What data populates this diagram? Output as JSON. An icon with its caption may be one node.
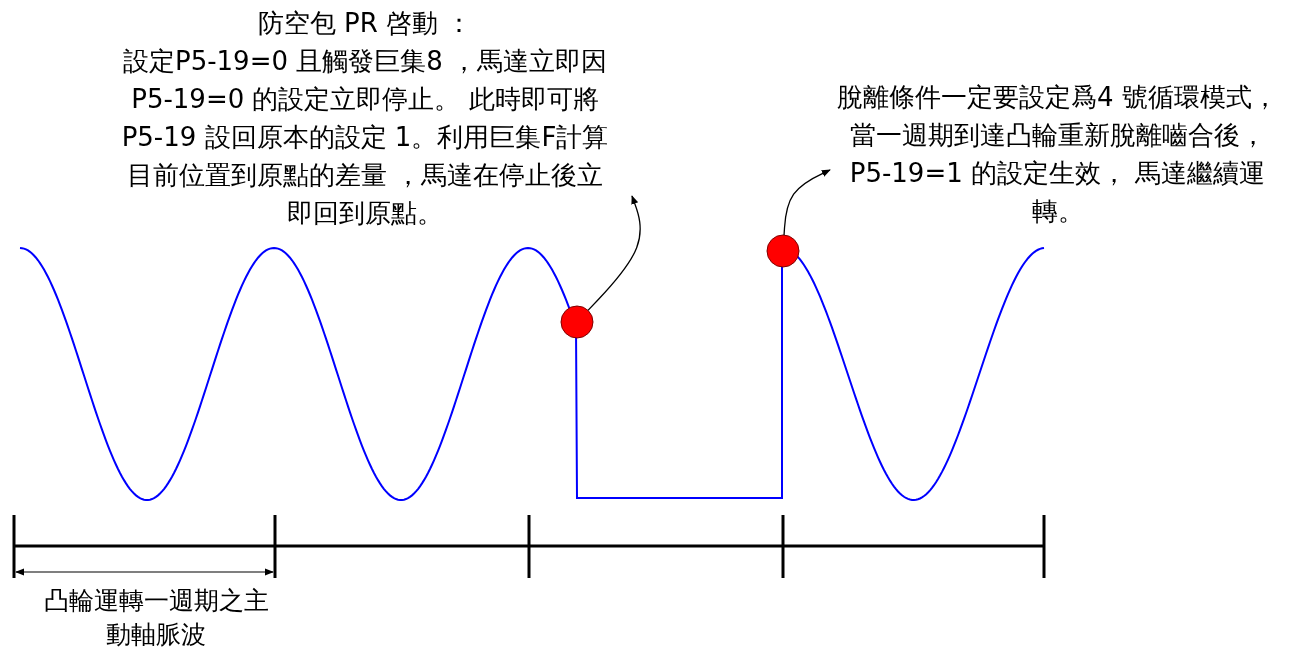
{
  "diagram": {
    "nodes": [
      {
        "text": [
          "防空包 PR 啓動 ：",
          "設定P5-19=0 且觸發巨集8 ，馬達立即因P5-19=0 的設定立即停止。 此時即可將P5-19 設回原本的設定 1。利用巨集F計算目前位置到原點的差量 ，馬達在停止後立即回到原點。"
        ]
      },
      {
        "text": [],
        "shape": "circle"
      },
      {
        "text": [
          "脫離條件一定要設定爲4 號循環模式，當一週期到達凸輪重新脫離嚙合後，P5-19=1 的設定生效， 馬達繼續運轉。"
        ]
      },
      {
        "text": [],
        "shape": "circle"
      }
    ],
    "edges": [
      {
        "from": 1,
        "to": 0,
        "arrow": "to"
      },
      {
        "from": 3,
        "to": 2,
        "arrow": "to"
      }
    ],
    "labels": [
      "凸輪運轉一週期之主動軸脈波"
    ]
  }
}
